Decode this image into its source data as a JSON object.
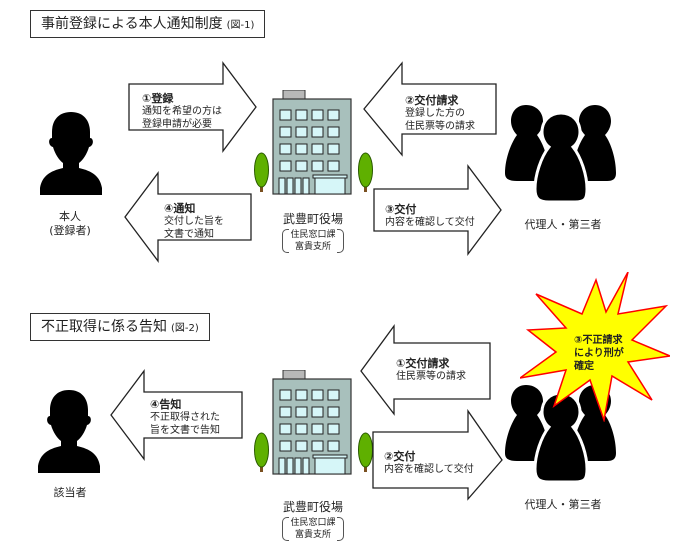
{
  "colors": {
    "building_body": "#a8c0bc",
    "building_window": "#d6f6f8",
    "building_roof": "#b8b8b8",
    "tree_green": "#5fb000",
    "tree_trunk": "#7a5020",
    "burst_fill": "#ffff00",
    "burst_stroke": "#ff0000",
    "silhouette": "#000000"
  },
  "section1": {
    "title": "事前登録による本人通知制度",
    "fig_label": "(図-1)",
    "person_label_1": "本人",
    "person_label_2": "(登録者)",
    "office_name": "武豊町役場",
    "office_sub_1": "住民窓口課",
    "office_sub_2": "富貴支所",
    "group_label": "代理人・第三者",
    "arrows": [
      {
        "head": "①登録",
        "lines": [
          "通知を希望の方は",
          "登録申請が必要"
        ]
      },
      {
        "head": "②交付請求",
        "lines": [
          "登録した方の",
          "住民票等の請求"
        ]
      },
      {
        "head": "③交付",
        "lines": [
          "内容を確認して交付"
        ]
      },
      {
        "head": "④通知",
        "lines": [
          "交付した旨を",
          "文書で通知"
        ]
      }
    ]
  },
  "section2": {
    "title": "不正取得に係る告知",
    "fig_label": "(図-2)",
    "person_label": "該当者",
    "office_name": "武豊町役場",
    "office_sub_1": "住民窓口課",
    "office_sub_2": "富貴支所",
    "group_label": "代理人・第三者",
    "arrows": [
      {
        "head": "①交付請求",
        "lines": [
          "住民票等の請求"
        ]
      },
      {
        "head": "②交付",
        "lines": [
          "内容を確認して交付"
        ]
      },
      {
        "head": "④告知",
        "lines": [
          "不正取得された",
          "旨を文書で告知"
        ]
      }
    ],
    "burst_lines": [
      "③不正請求",
      "により刑が",
      "確定"
    ]
  },
  "icons": {
    "person": "person-silhouette-icon",
    "group": "group-silhouette-icon",
    "building": "town-hall-building-icon",
    "tree": "tree-icon",
    "burst": "explosion-burst-icon"
  }
}
